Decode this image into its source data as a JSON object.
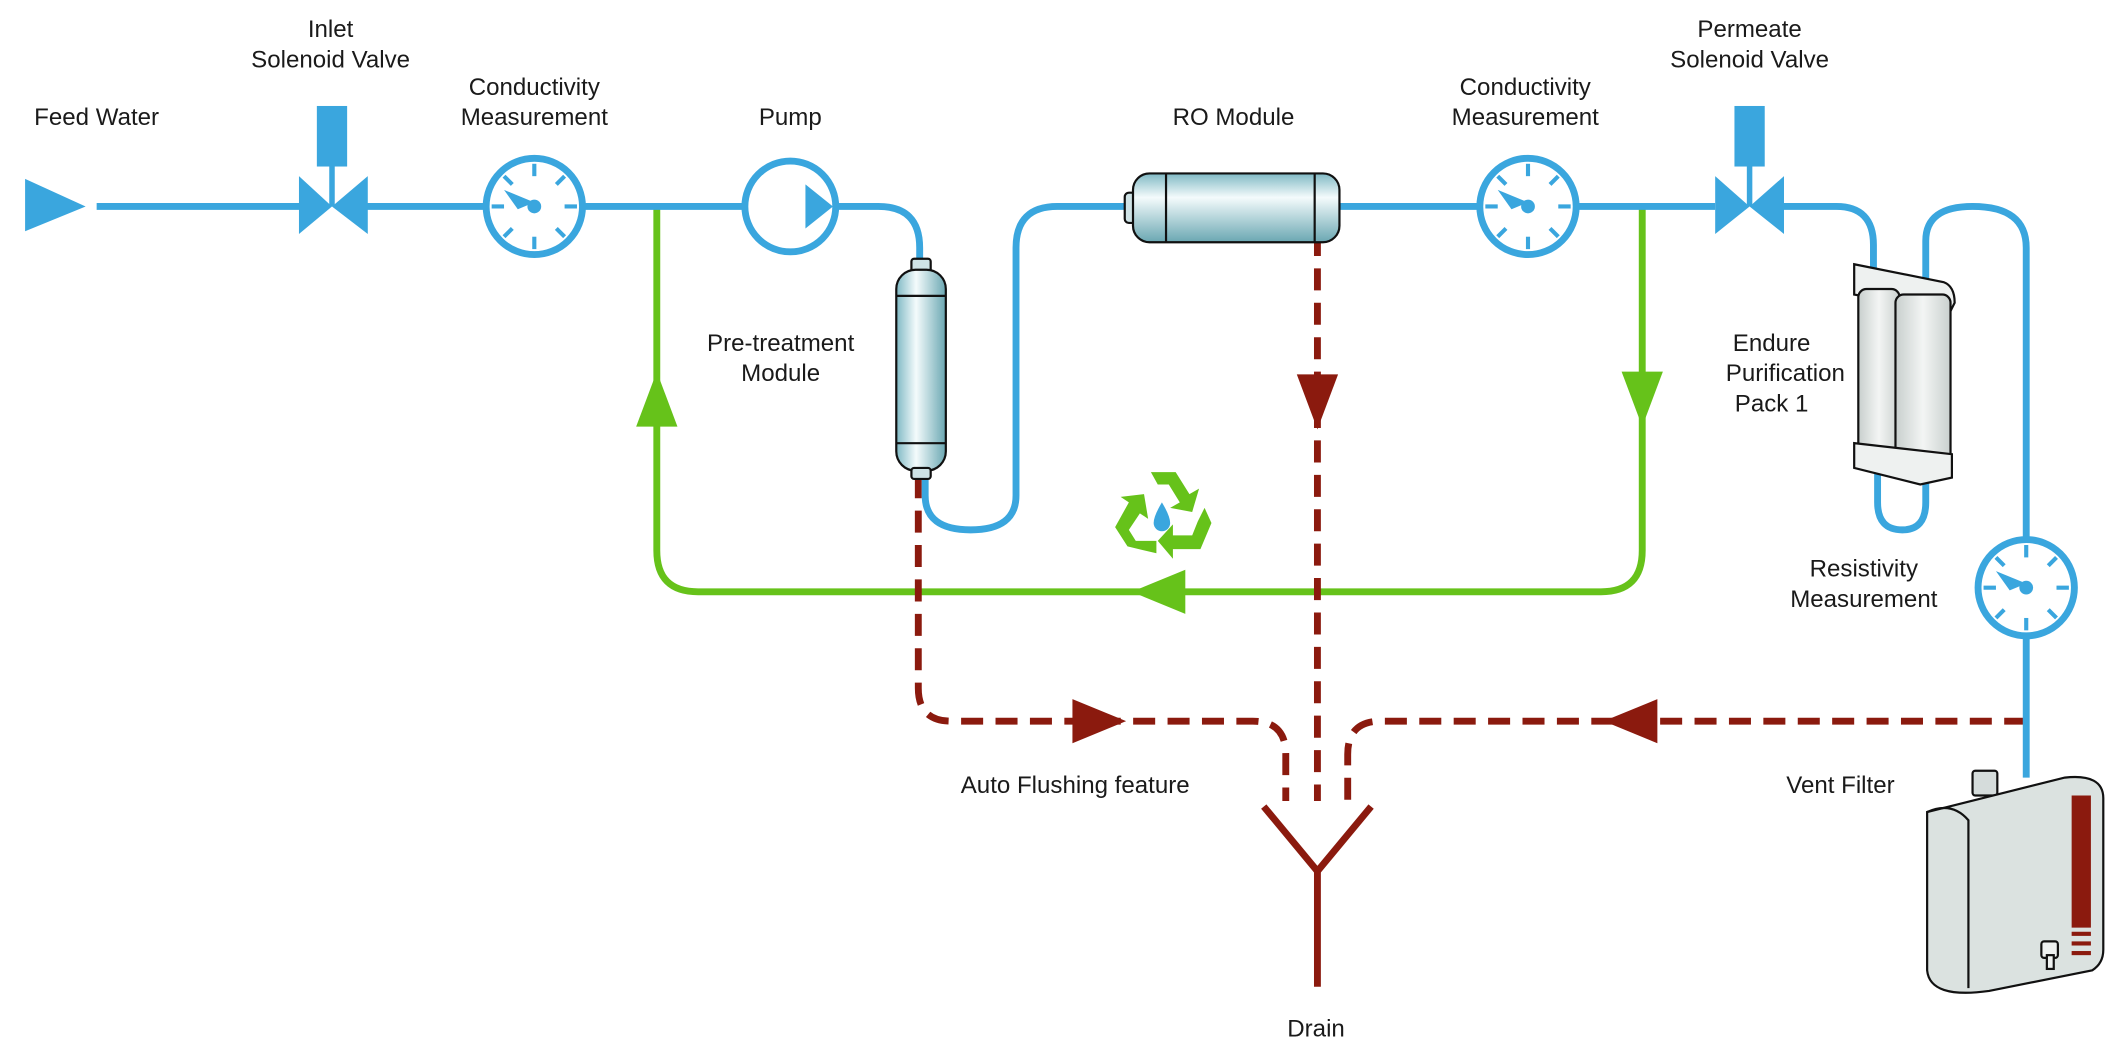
{
  "diagram": {
    "title": "Water purification flow schematic",
    "colors": {
      "feed_line": "#3aa6de",
      "recirculation_line": "#66c21a",
      "drain_line": "#8b1a0e"
    },
    "labels": {
      "feed_water": "Feed Water",
      "inlet_valve_1": "Inlet",
      "inlet_valve_2": "Solenoid Valve",
      "cond1_1": "Conductivity",
      "cond1_2": "Measurement",
      "pump": "Pump",
      "pretreat_1": "Pre-treatment",
      "pretreat_2": "Module",
      "ro_module": "RO Module",
      "cond2_1": "Conductivity",
      "cond2_2": "Measurement",
      "permeate_valve_1": "Permeate",
      "permeate_valve_2": "Solenoid Valve",
      "endure_1": "Endure",
      "endure_2": "Purification",
      "endure_3": "Pack 1",
      "resistivity_1": "Resistivity",
      "resistivity_2": "Measurement",
      "auto_flush": "Auto Flushing feature",
      "vent_filter": "Vent Filter",
      "drain": "Drain"
    }
  }
}
